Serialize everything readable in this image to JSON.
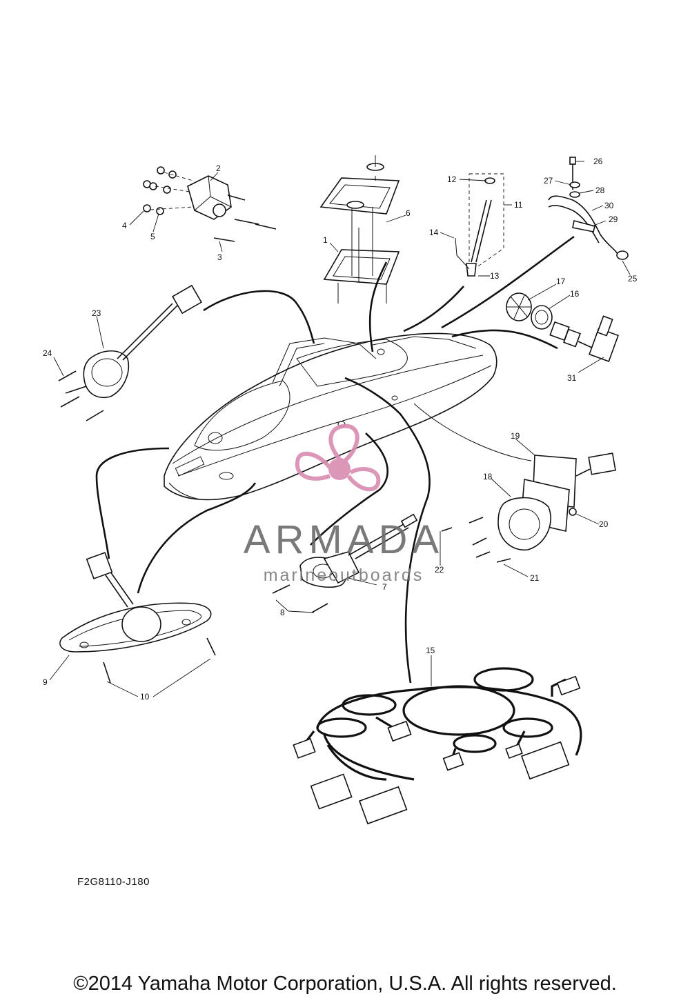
{
  "diagram": {
    "code": "F2G8110-J180",
    "copyright": "©2014 Yamaha Motor Corporation, U.S.A. All rights reserved.",
    "callouts": [
      "1",
      "2",
      "3",
      "4",
      "5",
      "6",
      "7",
      "8",
      "9",
      "10",
      "11",
      "12",
      "13",
      "14",
      "15",
      "16",
      "17",
      "18",
      "19",
      "20",
      "21",
      "22",
      "23",
      "24",
      "25",
      "26",
      "27",
      "28",
      "29",
      "30",
      "31"
    ]
  },
  "watermark": {
    "brand": "ARMADA",
    "tagline": "marineoutboards",
    "color": "#d98bb0"
  }
}
